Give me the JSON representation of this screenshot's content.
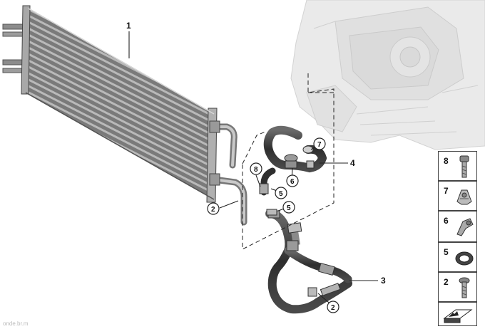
{
  "callouts": {
    "c1": "1",
    "c2a": "2",
    "c2b": "2",
    "c3": "3",
    "c4": "4",
    "c5a": "5",
    "c5b": "5",
    "c6": "6",
    "c7": "7",
    "c8": "8"
  },
  "legend": {
    "items": [
      "8",
      "7",
      "6",
      "5",
      "2"
    ]
  },
  "watermark": "onde.br.m"
}
